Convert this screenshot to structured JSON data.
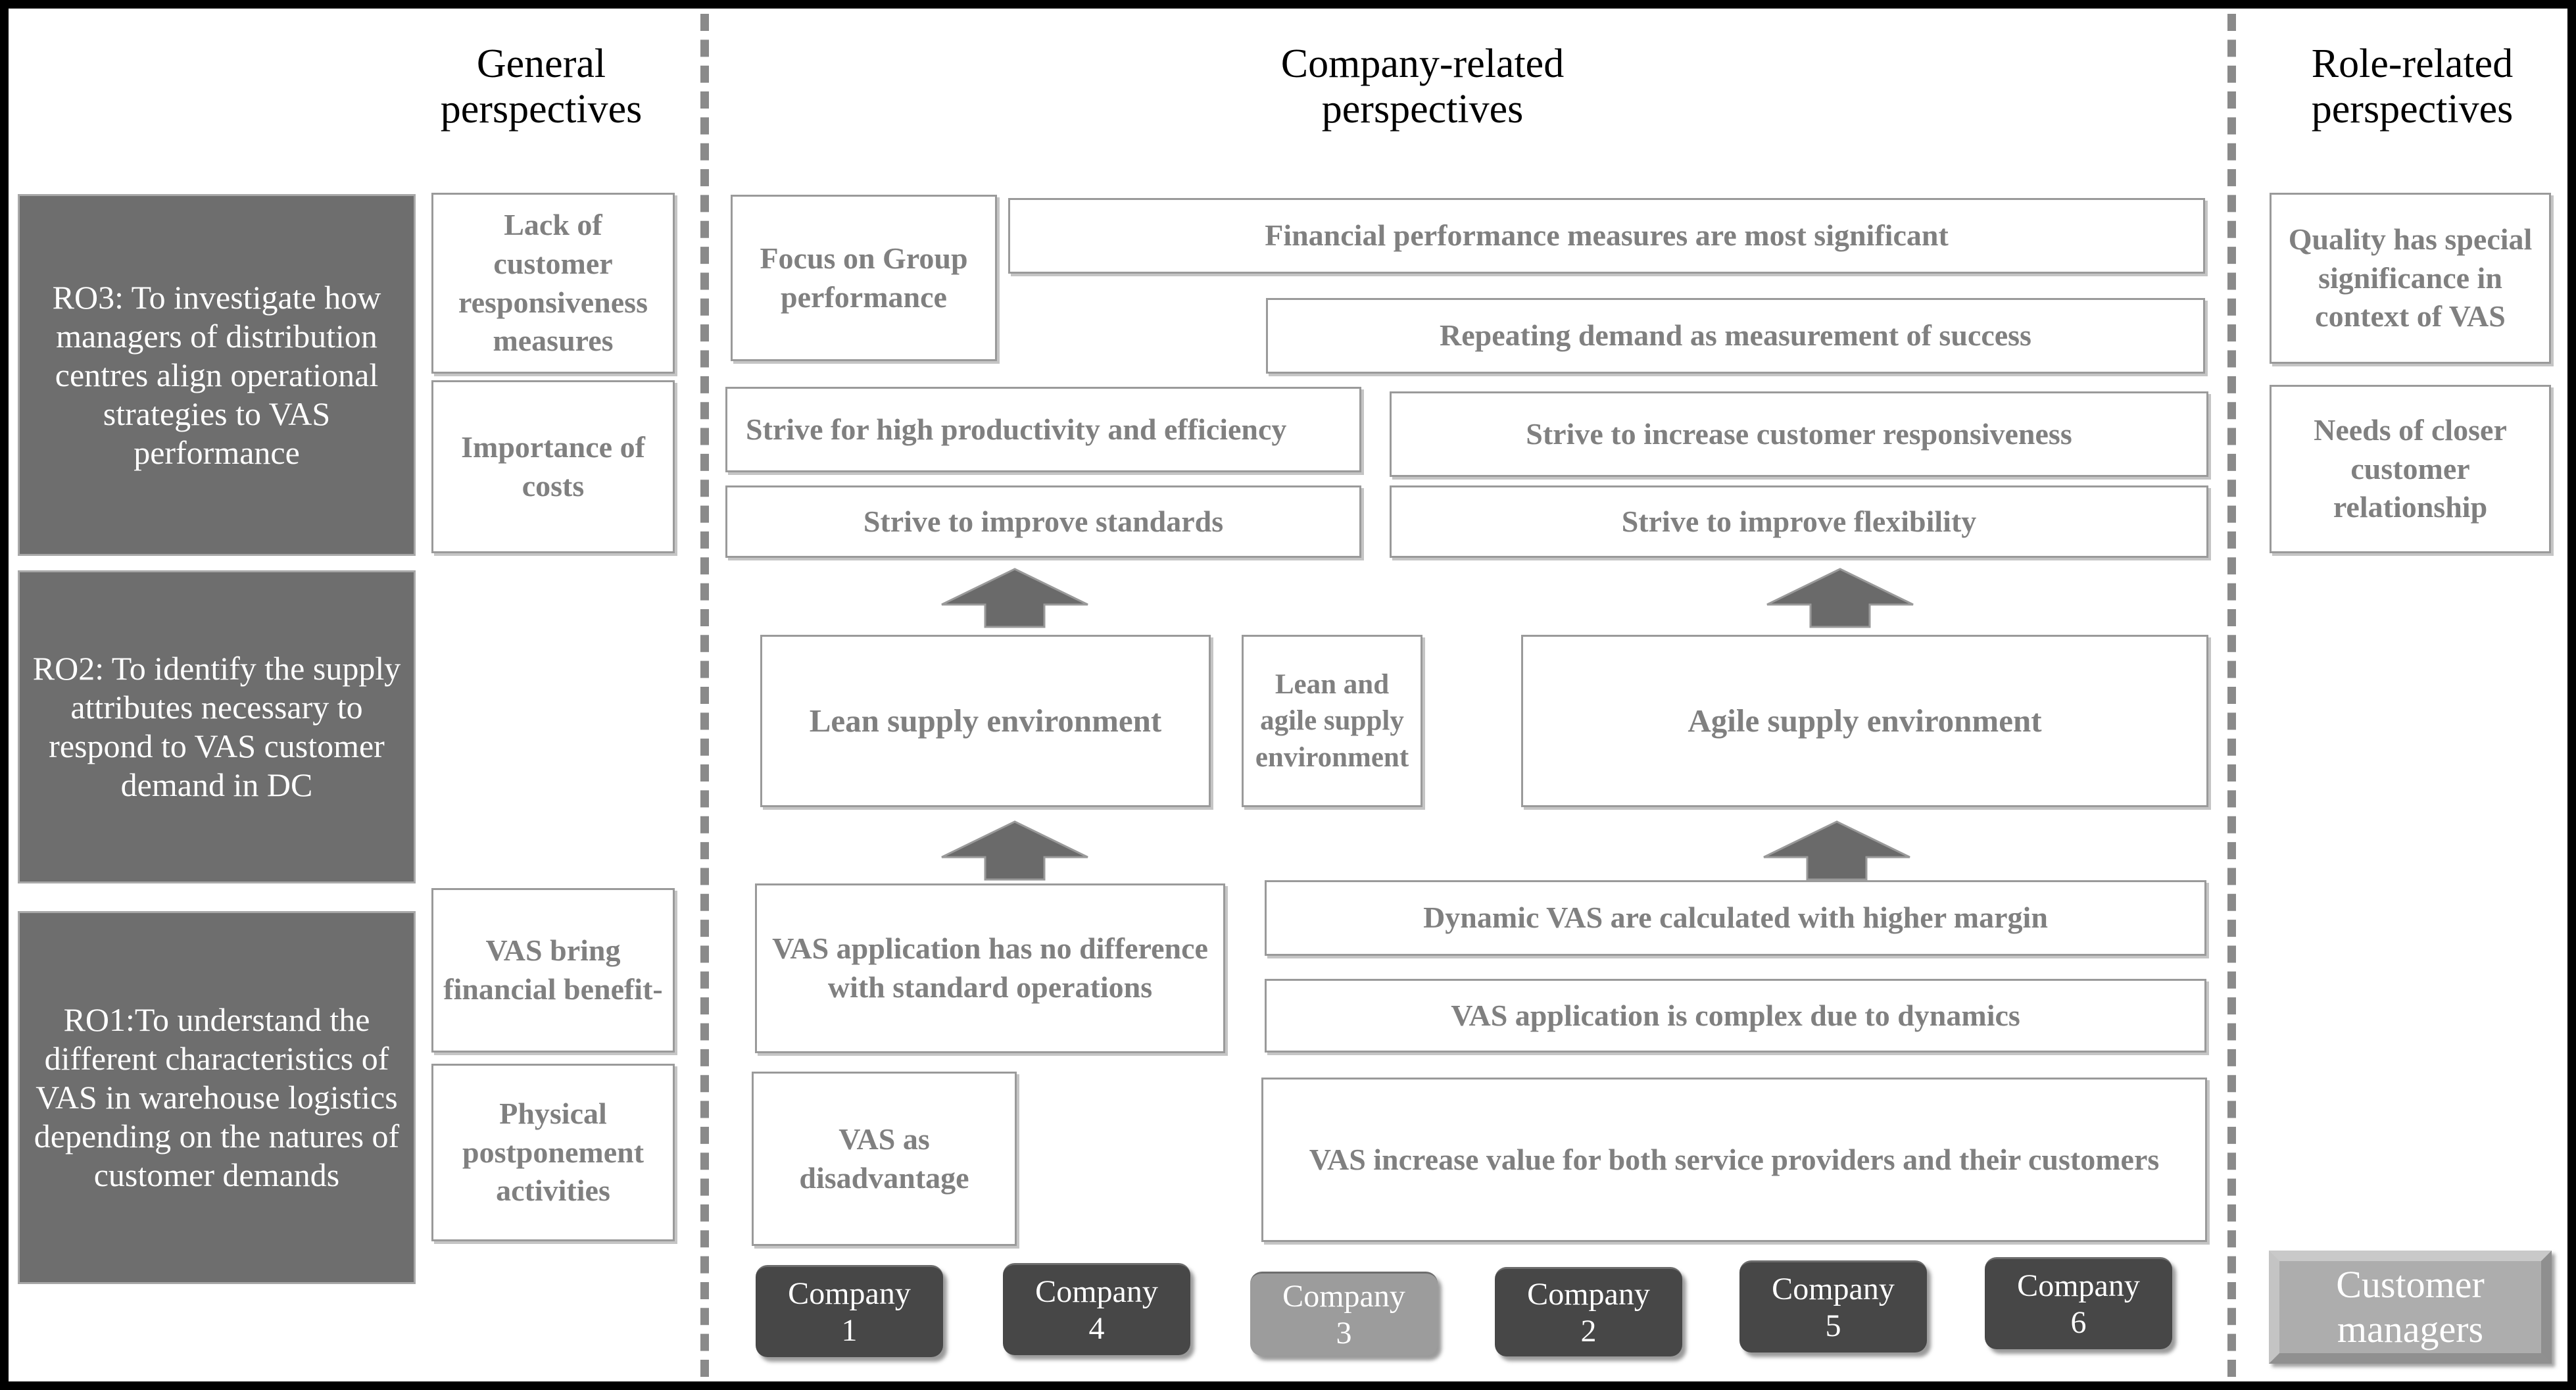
{
  "headers": {
    "general": "General\nperspectives",
    "company": "Company-related\nperspectives",
    "role": "Role-related\nperspectives"
  },
  "research_objectives": [
    {
      "id": "RO3",
      "text": "RO3: To investigate how managers of distribution centres align operational strategies to VAS performance"
    },
    {
      "id": "RO2",
      "text": "RO2: To identify the supply attributes necessary to respond to VAS customer demand in DC"
    },
    {
      "id": "RO1",
      "text": "RO1:To understand the different characteristics of VAS in warehouse logistics depending on the natures of customer demands"
    }
  ],
  "general_perspectives": [
    {
      "text": "Lack of customer responsiveness measures"
    },
    {
      "text": "Importance of costs"
    },
    {
      "text": "VAS bring financial benefit-"
    },
    {
      "text": "Physical postponement activities"
    }
  ],
  "company_perspectives": {
    "row_performance": [
      {
        "text": "Focus on Group performance"
      },
      {
        "text": "Financial performance measures are most significant"
      },
      {
        "text": "Repeating demand as measurement of success"
      }
    ],
    "row_strive": [
      {
        "text": "Strive for high productivity and efficiency"
      },
      {
        "text": "Strive to increase customer responsiveness"
      },
      {
        "text": "Strive to improve standards"
      },
      {
        "text": "Strive to improve flexibility"
      }
    ],
    "row_environment": [
      {
        "text": "Lean supply environment"
      },
      {
        "text": "Lean and agile supply environment"
      },
      {
        "text": "Agile supply environment"
      }
    ],
    "row_vas": [
      {
        "text": "VAS application has no difference with standard operations"
      },
      {
        "text": "Dynamic VAS are calculated with higher margin"
      },
      {
        "text": "VAS application is complex due to dynamics"
      },
      {
        "text": "VAS as disadvantage"
      },
      {
        "text": "VAS increase value for both service providers and their customers"
      }
    ]
  },
  "role_perspectives": [
    {
      "text": "Quality has special significance in context of VAS"
    },
    {
      "text": "Needs of closer customer relationship"
    }
  ],
  "companies": [
    {
      "label": "Company\n1",
      "shade": "dark"
    },
    {
      "label": "Company\n4",
      "shade": "dark"
    },
    {
      "label": "Company\n3",
      "shade": "light"
    },
    {
      "label": "Company\n2",
      "shade": "dark"
    },
    {
      "label": "Company\n5",
      "shade": "dark"
    },
    {
      "label": "Company\n6",
      "shade": "dark"
    }
  ],
  "role_actor": {
    "label": "Customer\nmanagers"
  },
  "colors": {
    "outer_border": "#000000",
    "ro_fill": "#6e6e6e",
    "box_text": "#808080",
    "box_border": "#9a9a9a",
    "arrow_fill": "#6a6a6a",
    "company_dark": "#474747",
    "company_light": "#9c9c9c",
    "divider": "#8a8a8a"
  }
}
